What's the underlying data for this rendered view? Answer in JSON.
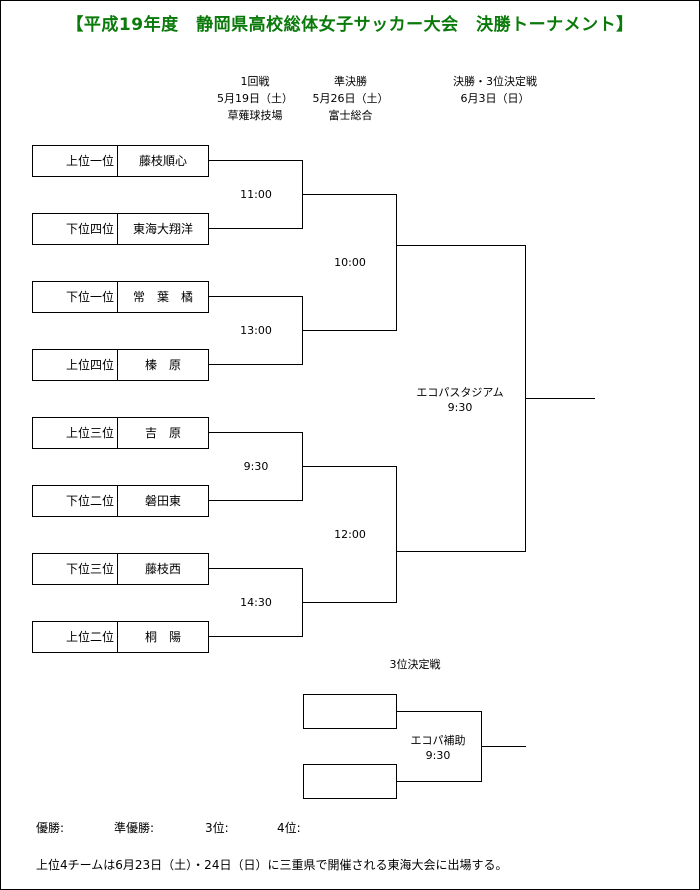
{
  "title": "【平成19年度　静岡県高校総体女子サッカー大会　決勝トーナメント】",
  "rounds": {
    "r1": {
      "name": "1回戦",
      "date": "5月19日（土）",
      "venue": "草薙球技場"
    },
    "r2": {
      "name": "準決勝",
      "date": "5月26日（土）",
      "venue": "富士総合"
    },
    "final": {
      "name": "決勝・3位決定戦",
      "date": "6月3日（日）"
    }
  },
  "teams": [
    {
      "seed": "上位一位",
      "school": "藤枝順心"
    },
    {
      "seed": "下位四位",
      "school": "東海大翔洋"
    },
    {
      "seed": "下位一位",
      "school": "常　葉　橘"
    },
    {
      "seed": "上位四位",
      "school": "榛　原"
    },
    {
      "seed": "上位三位",
      "school": "吉　原"
    },
    {
      "seed": "下位二位",
      "school": "磐田東"
    },
    {
      "seed": "下位三位",
      "school": "藤枝西"
    },
    {
      "seed": "上位二位",
      "school": "桐　陽"
    }
  ],
  "match_times": {
    "r1_m1": "11:00",
    "r1_m2": "13:00",
    "r1_m3": "9:30",
    "r1_m4": "14:30",
    "sf1": "10:00",
    "sf2": "12:00"
  },
  "final": {
    "venue": "エコパスタジアム",
    "time": "9:30"
  },
  "third_place": {
    "label": "3位決定戦",
    "venue": "エコパ補助",
    "time": "9:30"
  },
  "results": {
    "winner": "優勝:",
    "runner_up": "準優勝:",
    "third": "3位:",
    "fourth": "4位:"
  },
  "note": "上位4チームは6月23日（土）・24日（日）に三重県で開催される東海大会に出場する。"
}
